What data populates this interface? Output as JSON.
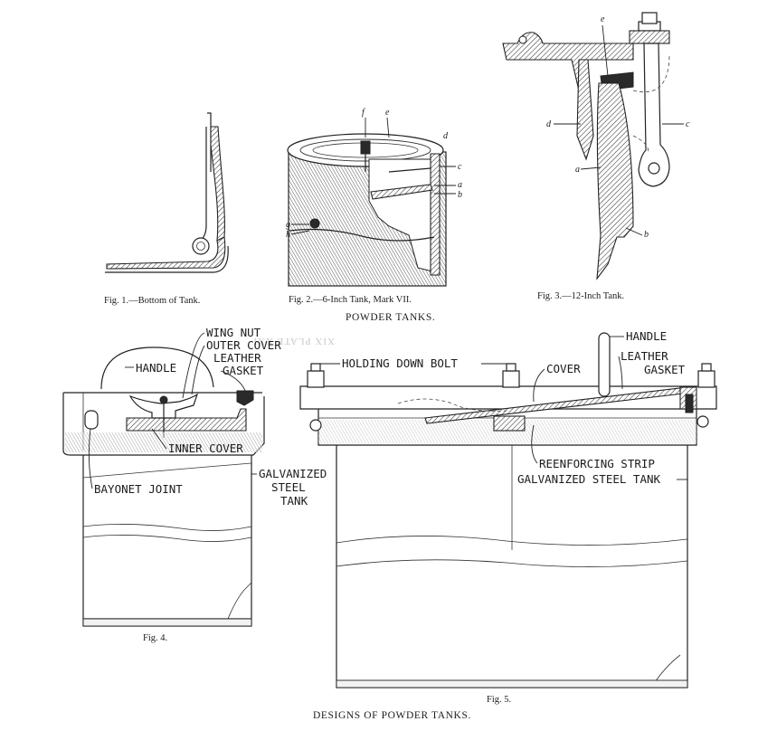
{
  "plate": {
    "title": "DESIGNS OF POWDER TANKS.",
    "subtitle": "POWDER TANKS.",
    "show_through_text": "XIX PLATE XXI"
  },
  "figures": {
    "fig1": {
      "caption": "Fig. 1.—Bottom of Tank."
    },
    "fig2": {
      "caption": "Fig. 2.—6-Inch Tank, Mark VII.",
      "letters": [
        "f",
        "e",
        "d",
        "c",
        "a",
        "b",
        "g",
        "h"
      ]
    },
    "fig3": {
      "caption": "Fig. 3.—12-Inch Tank.",
      "letters": [
        "e",
        "d",
        "c",
        "a",
        "b"
      ]
    },
    "fig4": {
      "caption": "Fig. 4.",
      "labels": {
        "wing_nut": "WING NUT",
        "outer_cover": "OUTER COVER",
        "leather": "LEATHER",
        "gasket": "GASKET",
        "handle": "HANDLE",
        "inner_cover": "INNER COVER",
        "bayonet_joint": "BAYONET JOINT",
        "galvanized": "GALVANIZED",
        "steel": "STEEL",
        "tank": "TANK"
      }
    },
    "fig5": {
      "caption": "Fig. 5.",
      "labels": {
        "handle": "HANDLE",
        "leather": "LEATHER",
        "gasket": "GASKET",
        "holding_down_bolt": "HOLDING DOWN BOLT",
        "cover": "COVER",
        "reenforcing_strip": "REENFORCING STRIP",
        "galvanized_steel_tank": "GALVANIZED STEEL TANK"
      }
    }
  }
}
